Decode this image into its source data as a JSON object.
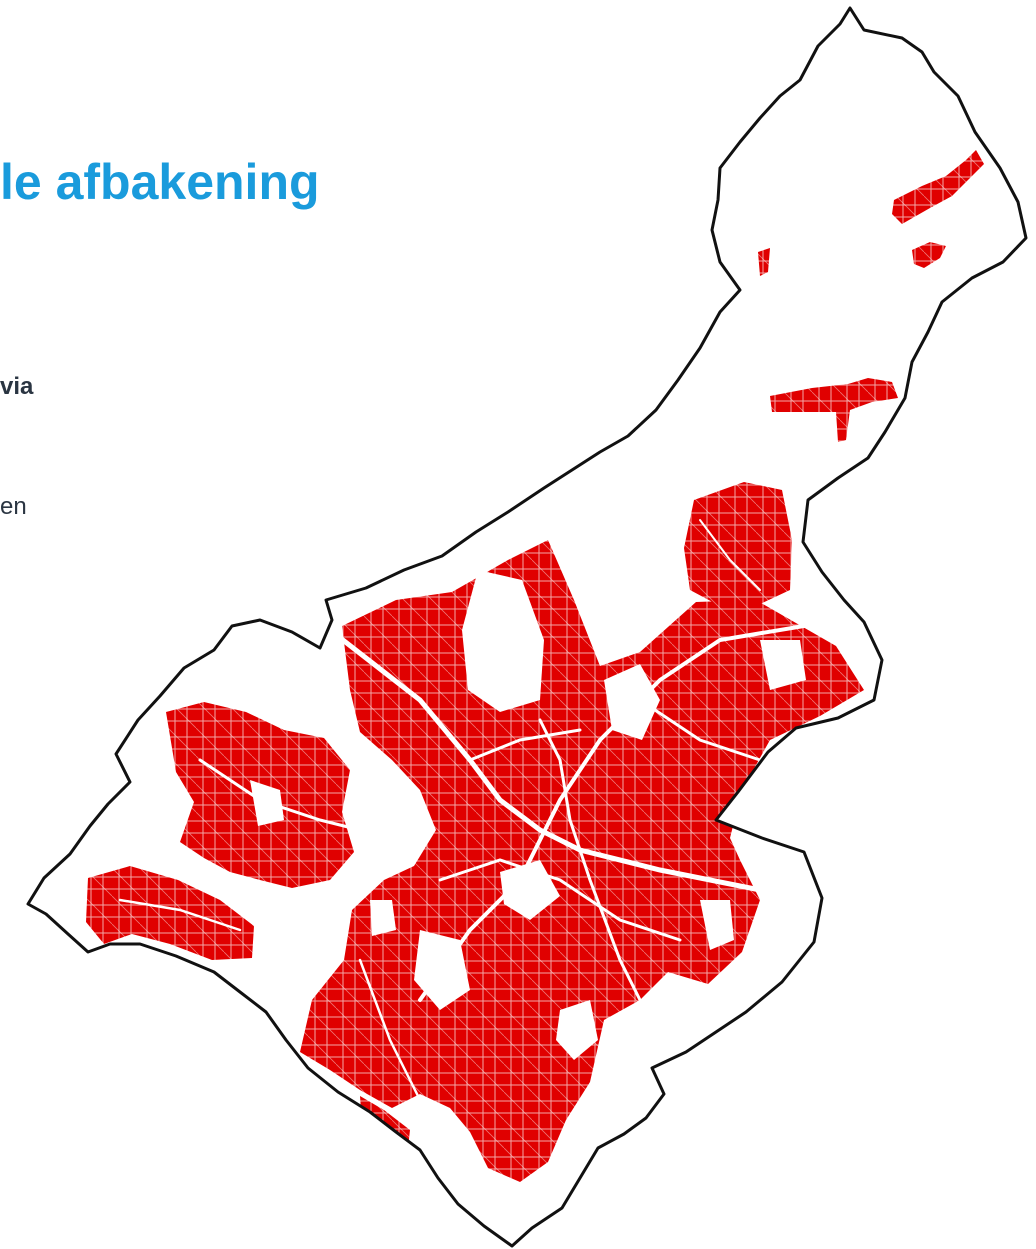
{
  "slide": {
    "title": "le afbakening",
    "bullet_bold": "via",
    "bullet_text": "en"
  },
  "map": {
    "boundary_color": "#111111",
    "built_area_color": "#e00000",
    "street_color": "#ffffff",
    "background_color": "#ffffff"
  }
}
